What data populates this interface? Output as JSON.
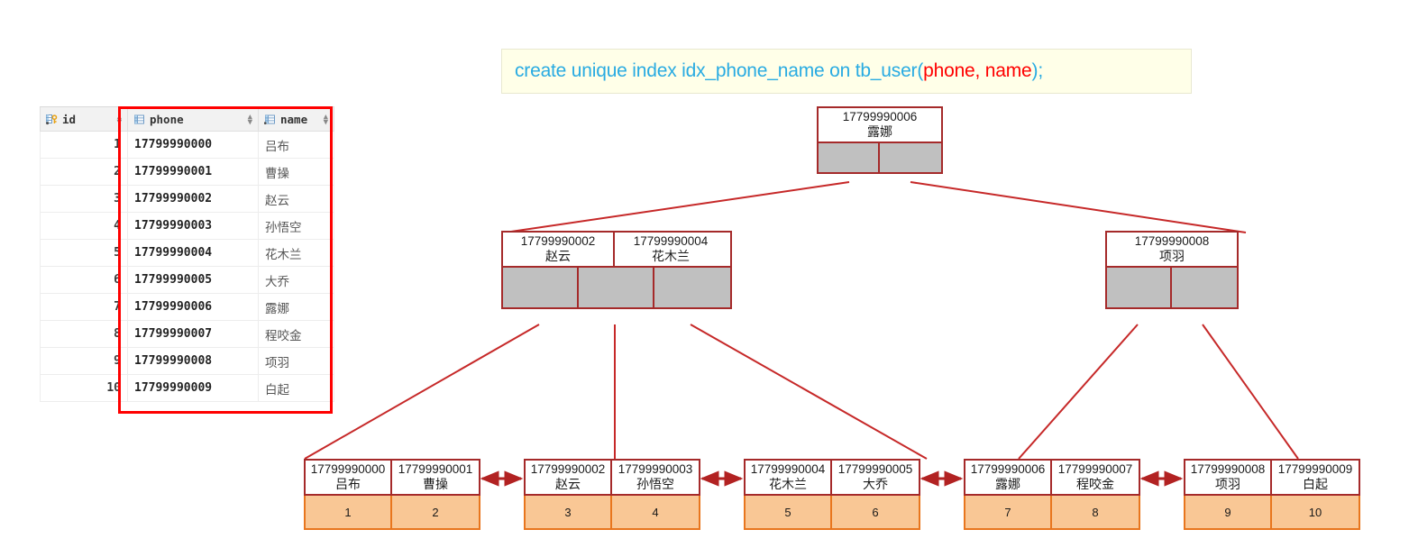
{
  "sql": {
    "prefix": "create unique index idx_phone_name on tb_user(",
    "highlight": "phone, name",
    "suffix": ");",
    "bg_color": "#FFFFE8",
    "text_color": "#29ABE2",
    "highlight_color": "#FF0000"
  },
  "table": {
    "columns": [
      {
        "label": "id",
        "icon": "primary-key-column-icon",
        "sort": "sort-toggle"
      },
      {
        "label": "phone",
        "icon": "column-icon",
        "sort": "sort-toggle"
      },
      {
        "label": "name",
        "icon": "column-icon",
        "sort": "sort-toggle"
      }
    ],
    "rows": [
      {
        "id": "1",
        "phone": "17799990000",
        "name": "吕布"
      },
      {
        "id": "2",
        "phone": "17799990001",
        "name": "曹操"
      },
      {
        "id": "3",
        "phone": "17799990002",
        "name": "赵云"
      },
      {
        "id": "4",
        "phone": "17799990003",
        "name": "孙悟空"
      },
      {
        "id": "5",
        "phone": "17799990004",
        "name": "花木兰"
      },
      {
        "id": "6",
        "phone": "17799990005",
        "name": "大乔"
      },
      {
        "id": "7",
        "phone": "17799990006",
        "name": "露娜"
      },
      {
        "id": "8",
        "phone": "17799990007",
        "name": "程咬金"
      },
      {
        "id": "9",
        "phone": "17799990008",
        "name": "项羽"
      },
      {
        "id": "10",
        "phone": "17799990009",
        "name": "白起"
      }
    ],
    "highlight_color": "#FF0000",
    "highlighted_columns": [
      "phone",
      "name"
    ]
  },
  "tree": {
    "node_border_color": "#A52A2A",
    "pointer_fill": "#C0C0C0",
    "data_fill": "#F9C795",
    "data_border_color": "#E8761E",
    "link_color": "#C62828",
    "root": {
      "keys": [
        {
          "phone": "17799990006",
          "name": "露娜"
        }
      ],
      "pointers": 2
    },
    "inner": [
      {
        "keys": [
          {
            "phone": "17799990002",
            "name": "赵云"
          },
          {
            "phone": "17799990004",
            "name": "花木兰"
          }
        ],
        "pointers": 3
      },
      {
        "keys": [
          {
            "phone": "17799990008",
            "name": "项羽"
          }
        ],
        "pointers": 2
      }
    ],
    "leaves": [
      {
        "entries": [
          {
            "phone": "17799990000",
            "name": "吕布",
            "id": "1"
          },
          {
            "phone": "17799990001",
            "name": "曹操",
            "id": "2"
          }
        ]
      },
      {
        "entries": [
          {
            "phone": "17799990002",
            "name": "赵云",
            "id": "3"
          },
          {
            "phone": "17799990003",
            "name": "孙悟空",
            "id": "4"
          }
        ]
      },
      {
        "entries": [
          {
            "phone": "17799990004",
            "name": "花木兰",
            "id": "5"
          },
          {
            "phone": "17799990005",
            "name": "大乔",
            "id": "6"
          }
        ]
      },
      {
        "entries": [
          {
            "phone": "17799990006",
            "name": "露娜",
            "id": "7"
          },
          {
            "phone": "17799990007",
            "name": "程咬金",
            "id": "8"
          }
        ]
      },
      {
        "entries": [
          {
            "phone": "17799990008",
            "name": "项羽",
            "id": "9"
          },
          {
            "phone": "17799990009",
            "name": "白起",
            "id": "10"
          }
        ]
      }
    ]
  }
}
